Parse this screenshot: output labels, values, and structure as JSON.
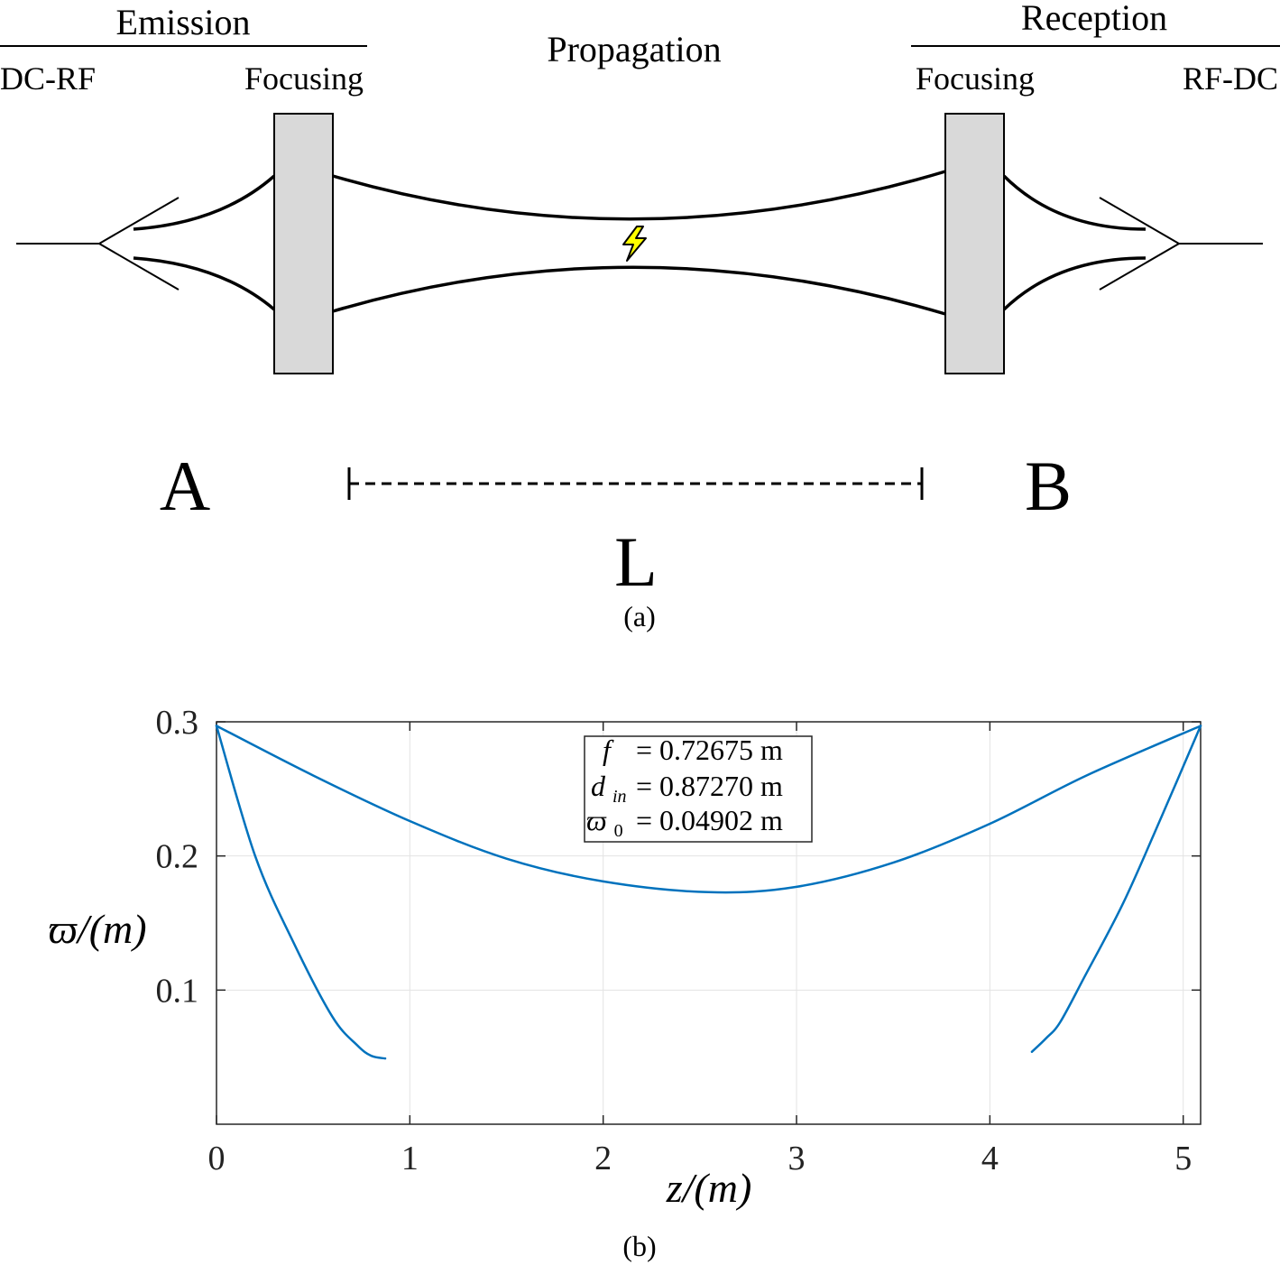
{
  "diagram": {
    "sections": {
      "emission": "Emission",
      "propagation": "Propagation",
      "reception": "Reception"
    },
    "stages": {
      "dc_rf": "DC-RF",
      "focusing_left": "Focusing",
      "focusing_right": "Focusing",
      "rf_dc": "RF-DC"
    },
    "points": {
      "a": "A",
      "b": "B"
    },
    "distance": "L",
    "caption": "(a)",
    "colors": {
      "lens": "#d9d9d9",
      "bolt": "#ffff00",
      "line": "#000000"
    },
    "icons": {
      "bolt": "lightning-bolt-icon"
    }
  },
  "chart_data": {
    "type": "line",
    "caption": "(b)",
    "xlabel": "z/(m)",
    "ylabel": "ϖ/(m)",
    "xlim": [
      0,
      5.09
    ],
    "ylim": [
      0,
      0.3
    ],
    "xticks": [
      "0",
      "1",
      "2",
      "3",
      "4",
      "5"
    ],
    "yticks": [
      "0.1",
      "0.2",
      "0.3"
    ],
    "grid": true,
    "line_color": "#0072bd",
    "legend": {
      "placement": "top-center",
      "entries": [
        {
          "symbol": "f",
          "value": "= 0.72675 m"
        },
        {
          "symbol": "d",
          "subscript": "in",
          "value": "= 0.87270 m"
        },
        {
          "symbol": "ϖ",
          "subscript": "0",
          "value": "= 0.04902 m"
        }
      ]
    },
    "series": [
      {
        "x": [
          0,
          0.2,
          0.4,
          0.6,
          0.72675,
          0.8,
          0.8727
        ],
        "y": [
          0.297,
          0.2,
          0.135,
          0.08,
          0.059,
          0.051,
          0.049
        ]
      },
      {
        "x": [
          0,
          0.5,
          1.0,
          1.5,
          2.0,
          2.545,
          3.0,
          3.5,
          4.0,
          4.5,
          5.09
        ],
        "y": [
          0.297,
          0.26,
          0.226,
          0.198,
          0.181,
          0.173,
          0.177,
          0.195,
          0.224,
          0.26,
          0.297
        ]
      },
      {
        "x": [
          4.2173,
          4.29,
          4.3633,
          4.49,
          4.69,
          4.89,
          5.09
        ],
        "y": [
          0.054,
          0.064,
          0.076,
          0.11,
          0.165,
          0.23,
          0.297
        ]
      }
    ]
  }
}
